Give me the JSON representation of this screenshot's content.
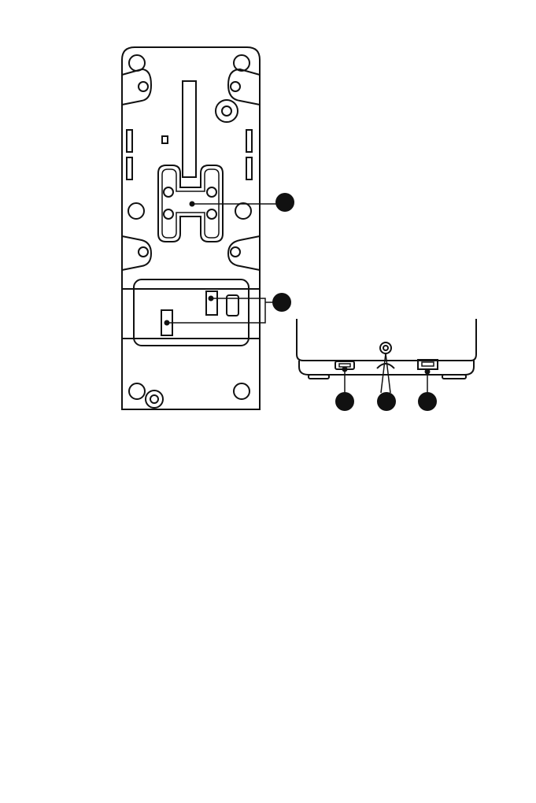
{
  "colors": {
    "ink": "#111111",
    "paper": "#ffffff"
  },
  "diagram": {
    "views": [
      "bottom-view",
      "rear-view"
    ],
    "callouts": [
      {
        "id": "callout-1",
        "view": "bottom-view",
        "label": ""
      },
      {
        "id": "callout-2",
        "view": "bottom-view",
        "label": ""
      },
      {
        "id": "callout-3",
        "view": "rear-view",
        "label": ""
      },
      {
        "id": "callout-4",
        "view": "rear-view",
        "label": ""
      },
      {
        "id": "callout-5",
        "view": "rear-view",
        "label": ""
      }
    ]
  }
}
